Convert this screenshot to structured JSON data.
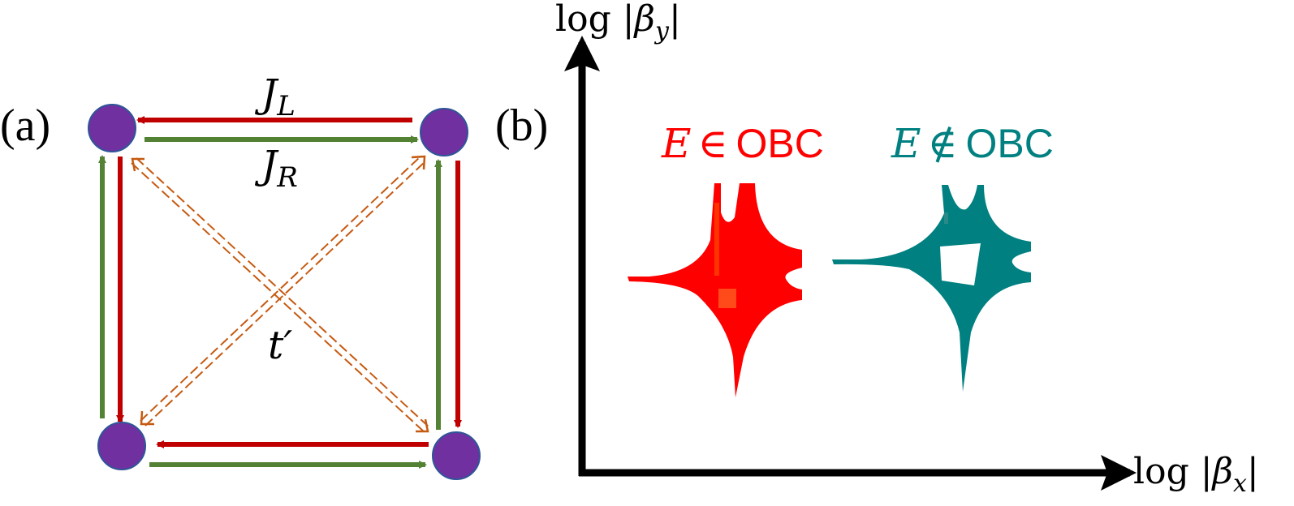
{
  "panel_a": {
    "label": "(a)",
    "hop_left_label_main": "J",
    "hop_left_label_sub": "L",
    "hop_right_label_main": "J",
    "hop_right_label_sub": "R",
    "diagonal_label": "t′",
    "colors": {
      "site": "#7030a0",
      "site_edge": "#2f5597",
      "hop_left": "#c00000",
      "hop_right": "#548235",
      "diagonal": "#c55a11"
    }
  },
  "panel_b": {
    "label": "(b)",
    "x_axis_label_prefix": "log |",
    "x_axis_label_symbol": "β",
    "x_axis_label_sub": "x",
    "x_axis_label_suffix": "|",
    "y_axis_label_prefix": "log |",
    "y_axis_label_symbol": "β",
    "y_axis_label_sub": "y",
    "y_axis_label_suffix": "|",
    "legend_in_obc_var": "E",
    "legend_in_obc_symbol": "∈",
    "legend_in_obc_text": "OBC",
    "legend_notin_obc_var": "E",
    "legend_notin_obc_symbol": "∉",
    "legend_notin_obc_text": "OBC",
    "colors": {
      "in_obc": "#ff0000",
      "not_in_obc": "#008080",
      "axis": "#000000"
    }
  }
}
